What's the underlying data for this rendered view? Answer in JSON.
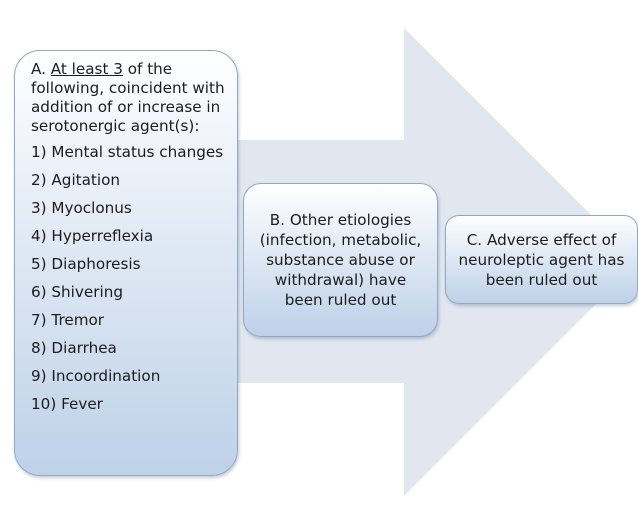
{
  "diagram": {
    "colors": {
      "arrow_fill": "#e1e6ef",
      "box_border": "#8fa9c6",
      "box_gradient_top": "#ffffff",
      "box_gradient_bottom": "#bed1e8",
      "text": "#1c1c1c"
    },
    "box_a": {
      "prefix": "A. ",
      "underlined": "At least 3",
      "suffix": " of the following, coincident with addition of or increase in serotonergic agent(s):",
      "criteria": [
        "1) Mental status changes",
        "2) Agitation",
        "3) Myoclonus",
        "4) Hyperreflexia",
        "5) Diaphoresis",
        "6) Shivering",
        "7) Tremor",
        "8) Diarrhea",
        "9) Incoordination",
        "10) Fever"
      ]
    },
    "box_b": {
      "text": "B. Other etiologies (infection, metabolic, substance abuse or withdrawal) have been ruled out"
    },
    "box_c": {
      "text": "C. Adverse effect of neuroleptic agent has been ruled out"
    }
  }
}
